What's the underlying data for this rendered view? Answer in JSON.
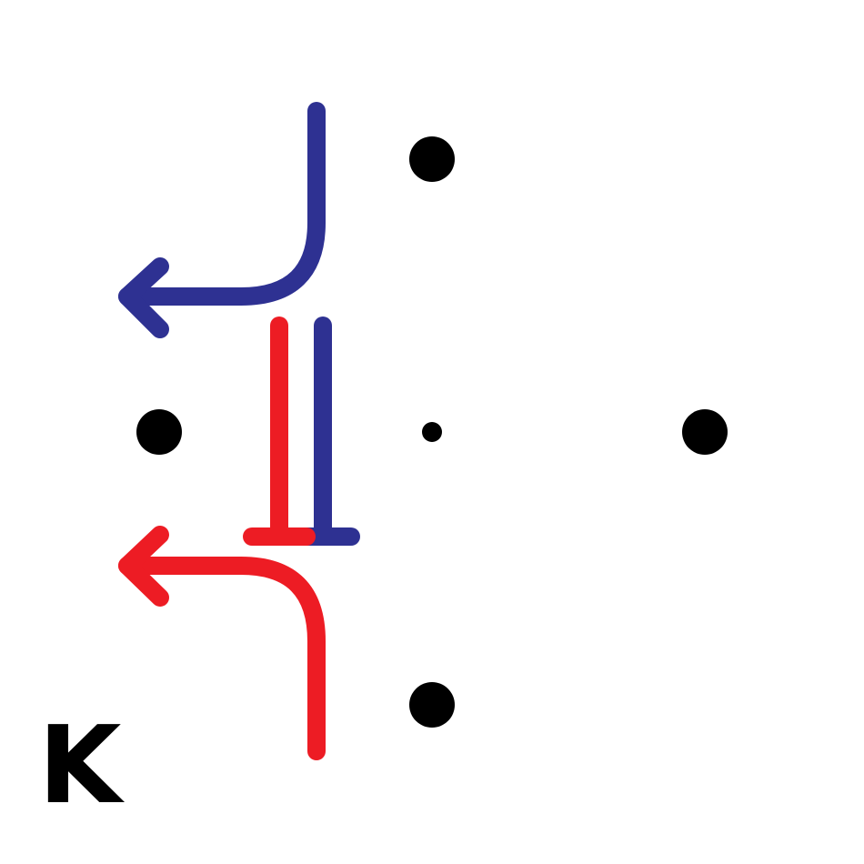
{
  "panel_label": "K",
  "colors": {
    "background": "#ffffff",
    "marker": "#000000",
    "path_a": "#2e3192",
    "path_b": "#ed1c24"
  },
  "markers": [
    {
      "name": "marker-top",
      "kind": "large"
    },
    {
      "name": "marker-left",
      "kind": "large"
    },
    {
      "name": "marker-center",
      "kind": "small"
    },
    {
      "name": "marker-right",
      "kind": "large"
    },
    {
      "name": "marker-bottom",
      "kind": "large"
    }
  ],
  "paths": [
    {
      "name": "blue-turn-arrow",
      "color_key": "path_a",
      "style": "arrow",
      "icon": "curved-arrow-left"
    },
    {
      "name": "blue-stop-bar",
      "color_key": "path_a",
      "style": "stop",
      "icon": "t-bar"
    },
    {
      "name": "red-stop-bar",
      "color_key": "path_b",
      "style": "stop",
      "icon": "t-bar"
    },
    {
      "name": "red-turn-arrow",
      "color_key": "path_b",
      "style": "arrow",
      "icon": "curved-arrow-left"
    }
  ]
}
